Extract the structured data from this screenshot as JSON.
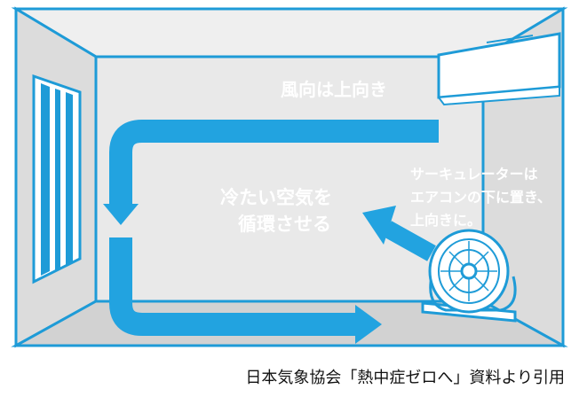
{
  "labels": {
    "wind_direction": "風向は上向き",
    "circulate_line1": "冷たい空気を",
    "circulate_line2": "循環させる",
    "circulator_line1": "サーキュレーターは",
    "circulator_line2": "エアコンの下に置き、",
    "circulator_line3": "上向きに。"
  },
  "caption": "日本気象協会「熱中症ゼロへ」資料より引用",
  "colors": {
    "outline": "#1e9bd7",
    "airflow": "#22a3e0",
    "back_wall": "#e9e9e9",
    "side_wall": "#dcdcdc",
    "floor": "#d2d2d2",
    "text_on_wall": "#ffffff"
  },
  "icons": {
    "air_conditioner": "air-conditioner-icon",
    "circulator": "circulator-fan-icon",
    "window": "window-icon"
  }
}
